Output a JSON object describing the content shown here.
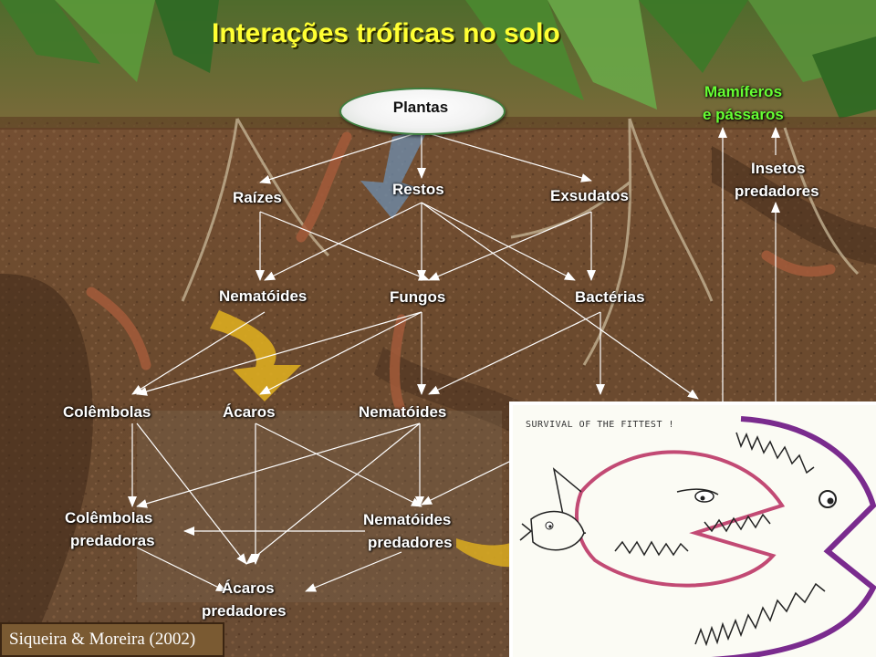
{
  "title": "Interações tróficas no solo",
  "nodes": {
    "plantas": "Plantas",
    "raizes": "Raízes",
    "restos": "Restos",
    "exsudatos": "Exsudatos",
    "mamiferos_l1": "Mamíferos",
    "mamiferos_l2": "e pássaros",
    "insetos_l1": "Insetos",
    "insetos_l2": "predadores",
    "nematoides_1": "Nematóides",
    "fungos": "Fungos",
    "bacterias": "Bactérias",
    "colembolas": "Colêmbolas",
    "acaros": "Ácaros",
    "nematoides_2": "Nematóides",
    "col_pred_l1": "Colêmbolas",
    "col_pred_l2": "predadoras",
    "nem_pred_l1": "Nematóides",
    "nem_pred_l2": "predadores",
    "aca_pred_l1": "Ácaros",
    "aca_pred_l2": "predadores"
  },
  "citation": "Siqueira & Moreira (2002)",
  "cartoon": {
    "caption": "SURVIVAL OF THE FITTEST !"
  },
  "colors": {
    "title": "#ffff33",
    "label": "#ffffff",
    "highlight": "#66ff33",
    "soil": "#6b4a2e"
  }
}
